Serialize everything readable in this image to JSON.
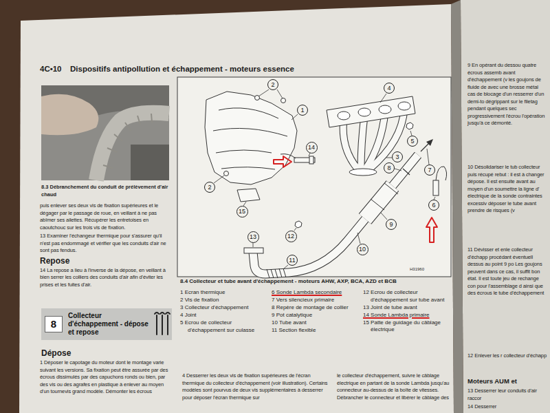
{
  "diagram": {
    "title": "Dispositifs antipollution et échappement - moteurs essence",
    "caption": "8.4 Collecteur et tube avant d'échappement - moteurs AHW, AXP, BCA, AZD et BCB",
    "nodes": [
      {
        "text": [
          "8",
          "Collecteur d'échappement - dépose et repose"
        ]
      },
      {
        "text": [
          "2"
        ]
      },
      {
        "text": [
          "4"
        ]
      },
      {
        "text": [
          "1"
        ]
      },
      {
        "text": [
          "5"
        ]
      },
      {
        "text": [
          "14"
        ]
      },
      {
        "text": [
          "3"
        ]
      },
      {
        "text": [
          "8"
        ]
      },
      {
        "text": [
          "7"
        ]
      },
      {
        "text": [
          "2"
        ]
      },
      {
        "text": [
          "6"
        ]
      },
      {
        "text": [
          "15"
        ]
      },
      {
        "text": [
          "9"
        ]
      },
      {
        "text": [
          "12"
        ]
      },
      {
        "text": [
          "13"
        ]
      },
      {
        "text": [
          "10"
        ]
      },
      {
        "text": [
          "11"
        ]
      }
    ],
    "labels": [
      "4C•10",
      "8.3 Débranchement du conduit de prélèvement d'air chaud",
      "puis enlever ses deux vis de fixation supérieures et le dégager par le passage de roue, en veillant à ne pas abîmer ses ailettes. Récupérer les entretoises en caoutchouc sur les trois vis de fixation.",
      "13 Examiner l'échangeur thermique pour s'assurer qu'il n'est pas endommagé et vérifier que les conduits d'air ne sont pas fendus.",
      "Repose",
      "14 La repose a lieu à l'inverse de la dépose, en veillant à bien serrer les colliers des conduits d'air afin d'éviter les prises et les fuites d'air.",
      "Dépose",
      "1 Déposer le capotage du moteur dont le montage varie suivant les versions. Sa fixation peut être assurée par des écrous dissimulés par des capuchons ronds ou bien, par des vis ou des agrafes en plastique à enlever au moyen d'un tournevis grand modèle. Démonter les écrous",
      "H31960",
      "1 Ecran thermique",
      "2 Vis de fixation",
      "3 Collecteur d'échappement",
      "4 Joint",
      "5 Ecrou de collecteur d'échappement sur culasse",
      "6 Sonde Lambda secondaire",
      "7 Vers silencieux primaire",
      "8 Repère de montage de collier",
      "9 Pot catalytique",
      "10 Tube avant",
      "11 Section flexible",
      "12 Ecrou de collecteur d'échappement sur tube avant",
      "13 Joint de tube avant",
      "14 Sonde Lambda primaire",
      "15 Patte de guidage du câblage électrique",
      "4 Desserrer les deux vis de fixation supérieures de l'écran thermique du collecteur d'échappement (voir illustration). Certains modèles sont pourvus de deux vis supplémentaires à desserrer pour déposer l'écran thermique sur",
      "le collecteur d'échappement, suivre le câblage électrique en partant de la sonde Lambda jusqu'au connecteur au-dessus de la boîte de vitesses. Débrancher le connecteur et libérer le câblage des",
      "9 En opérant du dessou quatre écrous assemb avant d'échappement (v les goujons de fluide de avec une brosse métal cas de blocage d'un resserrer d'un demi-to dégrippant sur le filetag pendant quelques sec progressivement l'écrou l'opération jusqu'à ce démonté.",
      "10 Désolidariser le tub collecteur puis récupé rebut : il est à changer dépose. Il est ensuite avant au moyen d'un soumettre la ligne d' électrique de la sonde contraintes excessiv déposer le tube avant prendre de risques (v",
      "11 Dévisser et enle collecteur d'échapp procédant éventuell dessus au point 9 po Les goujons peuvent dans ce cas, il suffit bon état. Il est toute jeu de rechange con pour l'assemblage d ainsi que des écrous le tube d'échappement",
      "12 Enlever les r collecteur d'échapp",
      "Moteurs AUM et",
      "13 Desserrer leur conduits d'air raccor",
      "14 Desserrer"
    ]
  }
}
